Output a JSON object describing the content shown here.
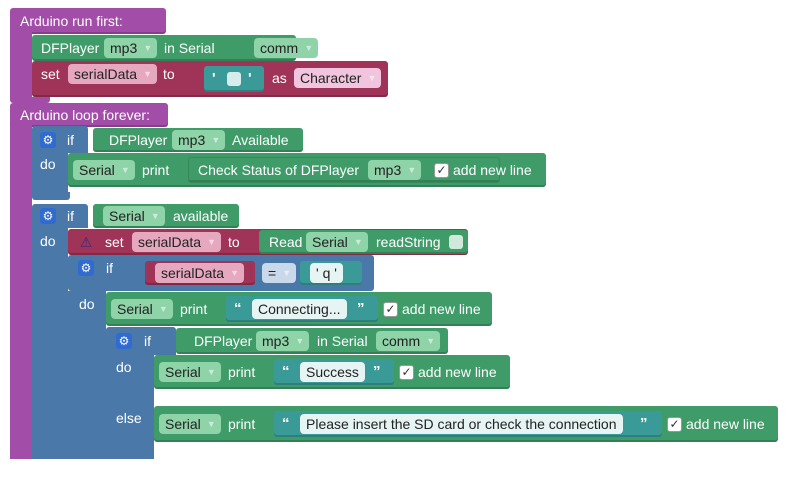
{
  "setup": {
    "header": "Arduino run first:"
  },
  "dfplayer_init": {
    "prefix": "DFPlayer",
    "player": "mp3",
    "mid": "in Serial",
    "serial": "comm"
  },
  "set_serialdata": {
    "set": "set",
    "var": "serialData",
    "to": "to",
    "char_value": "",
    "as": "as",
    "type": "Character"
  },
  "loop": {
    "header": "Arduino loop forever:"
  },
  "if1": {
    "if": "if",
    "do": "do",
    "cond_prefix": "DFPlayer",
    "cond_player": "mp3",
    "cond_suffix": "Available",
    "print_serial": "Serial",
    "print": "print",
    "status_text": "Check Status of DFPlayer",
    "status_player": "mp3",
    "new_line": "add new line"
  },
  "if2": {
    "if": "if",
    "do": "do",
    "cond_serial": "Serial",
    "cond_suffix": "available",
    "set": "set",
    "var": "serialData",
    "to": "to",
    "read": "Read",
    "read_serial": "Serial",
    "read_method": "readString"
  },
  "if3": {
    "if": "if",
    "do": "do",
    "left": "serialData",
    "op": "=",
    "char": "q",
    "print_serial": "Serial",
    "print": "print",
    "text": "Connecting...",
    "new_line": "add new line"
  },
  "if4": {
    "if": "if",
    "do": "do",
    "else": "else",
    "cond_prefix": "DFPlayer",
    "cond_player": "mp3",
    "cond_mid": "in Serial",
    "cond_serial": "comm",
    "do_serial": "Serial",
    "do_print": "print",
    "do_text": "Success",
    "do_new_line": "add new line",
    "else_serial": "Serial",
    "else_print": "print",
    "else_text": "Please insert the SD card or check the connection",
    "else_new_line": "add new line"
  },
  "icons": {
    "gear": "gear-icon",
    "warning": "warning-icon",
    "check": "checkbox-checked-icon"
  },
  "colors": {
    "setup_purple": "#a24ea8",
    "serial_green": "#3f9c69",
    "control_blue": "#4a78a9",
    "variable_maroon": "#a03358",
    "text_teal": "#3a9a98"
  }
}
